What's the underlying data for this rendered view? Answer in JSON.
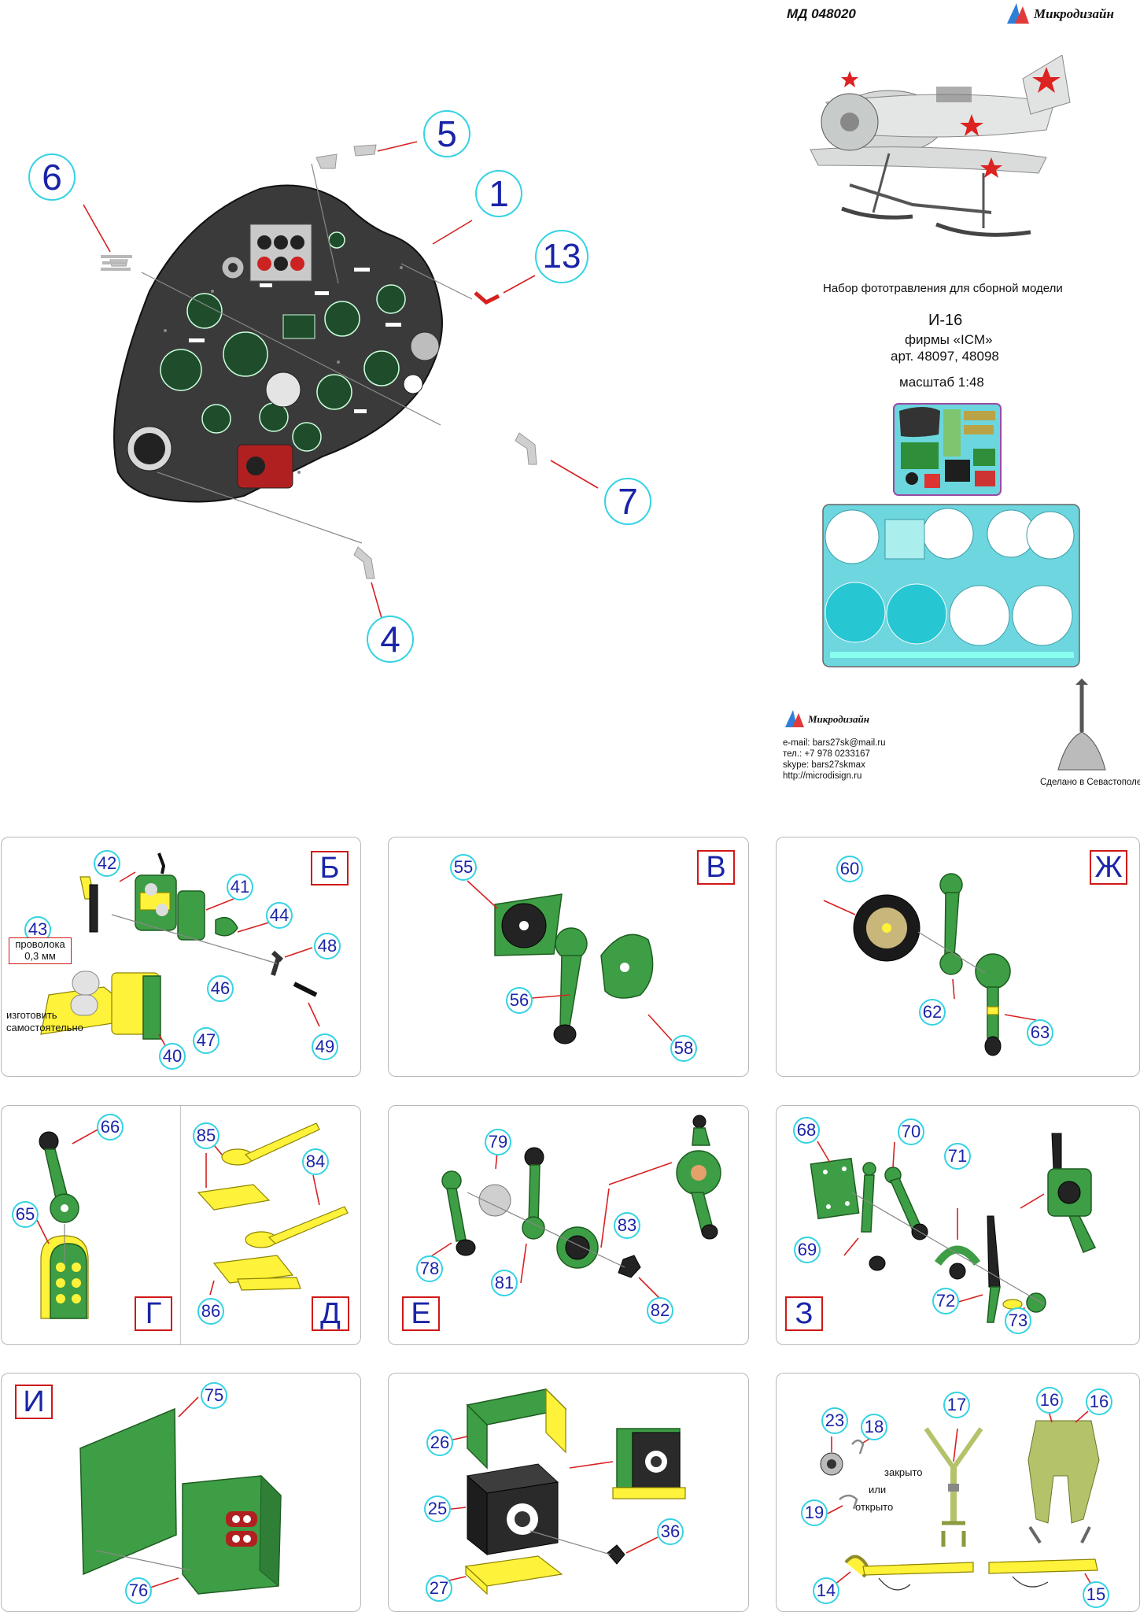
{
  "header": {
    "code": "МД 048020",
    "brand": "Микродизайн"
  },
  "info": {
    "kit_line": "Набор фототравления для сборной модели",
    "model": "И-16",
    "maker": "фирмы «ICM»",
    "articles": "арт. 48097, 48098",
    "scale": "масштаб 1:48"
  },
  "contacts": {
    "brand": "Микродизайн",
    "email": "e-mail: bars27sk@mail.ru",
    "phone": "тел.: +7 978 0233167",
    "skype": "skype: bars27skmax",
    "web": "http://microdisign.ru",
    "made_in": "Сделано в Севастополе"
  },
  "dashboard_callouts": [
    "6",
    "5",
    "1",
    "13",
    "7",
    "4"
  ],
  "panels": {
    "b": {
      "letter": "Б",
      "parts": [
        "42",
        "41",
        "44",
        "43",
        "48",
        "46",
        "47",
        "49",
        "40"
      ],
      "wire_label_1": "проволока",
      "wire_label_2": "0,3 мм",
      "self_make_1": "изготовить",
      "self_make_2": "самостоятельно"
    },
    "v": {
      "letter": "В",
      "parts": [
        "55",
        "56",
        "58"
      ]
    },
    "zh": {
      "letter": "Ж",
      "parts": [
        "60",
        "62",
        "63"
      ]
    },
    "g": {
      "letter": "Г",
      "parts": [
        "66",
        "65"
      ]
    },
    "d": {
      "letter": "Д",
      "parts": [
        "85",
        "84",
        "86"
      ]
    },
    "e": {
      "letter": "Е",
      "parts": [
        "79",
        "83",
        "78",
        "81",
        "82"
      ]
    },
    "z": {
      "letter": "З",
      "parts": [
        "68",
        "70",
        "71",
        "69",
        "72",
        "73"
      ]
    },
    "i": {
      "letter": "И",
      "parts": [
        "75",
        "76"
      ]
    },
    "radio": {
      "parts": [
        "26",
        "25",
        "36",
        "27"
      ]
    },
    "straps": {
      "parts": [
        "23",
        "18",
        "17",
        "16",
        "16",
        "19",
        "14",
        "15"
      ],
      "closed": "закрыто",
      "or": "или",
      "open": "открыто"
    }
  }
}
